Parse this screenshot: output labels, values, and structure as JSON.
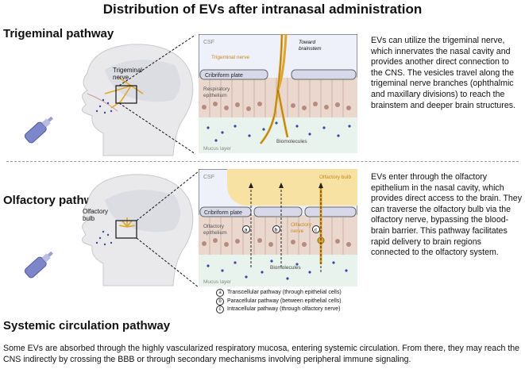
{
  "title": "Distribution of EVs after intranasal administration",
  "trigeminal": {
    "heading": "Trigeminal pathway",
    "description": "EVs can utilize the trigeminal nerve, which innervates the nasal cavity and provides another direct connection to the CNS. The vesicles travel along the trigeminal nerve branches (ophthalmic and maxillary divisions) to reach the brainstem and deeper brain structures.",
    "head_label": "Trigeminal nerve",
    "panel": {
      "csf": "CSF",
      "nerve": "Trigeminal nerve",
      "toward": "Toward brainstem",
      "plate": "Cribriform plate",
      "epithelium": "Respiratory epithelium",
      "biomolecules": "Biomolecules",
      "mucus": "Mucus layer"
    }
  },
  "olfactory": {
    "heading": "Olfactory pathway",
    "description": "EVs enter through the olfactory epithelium in the nasal cavity, which provides direct access to the brain. They can traverse the olfactory bulb via the olfactory nerve, bypassing the blood-brain barrier. This pathway facilitates rapid delivery to brain regions connected to the olfactory system.",
    "head_label": "Olfactory bulb",
    "panel": {
      "csf": "CSF",
      "bulb": "Olfactory bulb",
      "plate": "Cribriform plate",
      "epithelium": "Olfactory epithelium",
      "nerve": "Olfactory nerve",
      "biomolecules": "Biomolecules",
      "mucus": "Mucus layer",
      "marker_a": "a",
      "marker_b": "b",
      "marker_c": "c"
    },
    "legend": [
      {
        "key": "a",
        "text": "Transcellular pathway (through epithelial cells)"
      },
      {
        "key": "b",
        "text": "Paracellular pathway (between epithelial cells)"
      },
      {
        "key": "c",
        "text": "Intracellular pathway (through olfactory nerve)"
      }
    ]
  },
  "systemic": {
    "heading": "Systemic circulation pathway",
    "description": "Some EVs are absorbed through the highly vascularized respiratory mucosa, entering systemic circulation. From there, they may reach the CNS indirectly by crossing the BBB or through secondary mechanisms involving peripheral immune signaling."
  },
  "colors": {
    "nerve": "#e0a52a",
    "bulb": "#f7e1a3",
    "plate": "#d7d9ea",
    "epithelium": "#ead8cf",
    "mucus": "#e8f3ee",
    "dots": "#3a4a9a",
    "csf": "#eef0fa"
  }
}
